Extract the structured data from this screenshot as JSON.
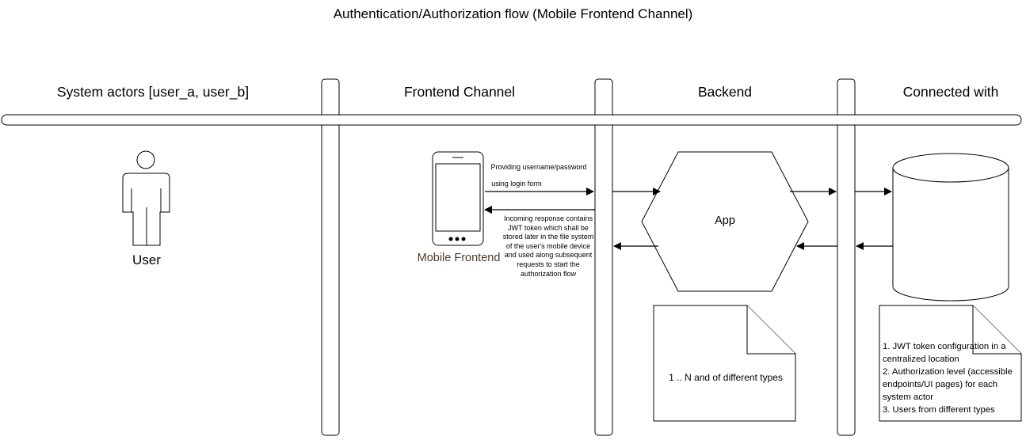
{
  "title": "Authentication/Authorization flow (Mobile Frontend Channel)",
  "lanes": {
    "actors": "System actors [user_a, user_b]",
    "frontend": "Frontend Channel",
    "backend": "Backend",
    "connected": "Connected with"
  },
  "actors": {
    "user_label": "User"
  },
  "frontend": {
    "device_label": "Mobile Frontend",
    "request_line1": "Providing username/password",
    "request_line2": "using login form",
    "response_text": "Incoming response contains JWT token which shall be stored later in the file system of the user's mobile device and used along subsequent requests to start the authorization flow"
  },
  "backend": {
    "app_label": "App",
    "note": "1 .. N and of different types"
  },
  "connected": {
    "note": "1. JWT token configuration in a centralized location\n2. Authorization level (accessible endpoints/UI pages) for each system actor\n3. Users from different types"
  },
  "colors": {
    "stroke": "#000000",
    "background": "#ffffff",
    "device_label": "#4d3b2e"
  }
}
